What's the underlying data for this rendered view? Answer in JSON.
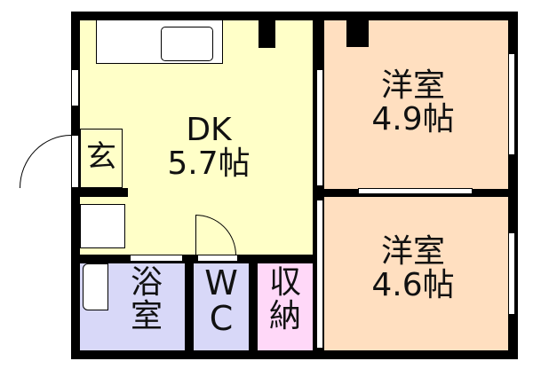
{
  "rooms": {
    "dk": {
      "name": "DK",
      "size": "5.7帖"
    },
    "western1": {
      "name": "洋室",
      "size": "4.9帖"
    },
    "western2": {
      "name": "洋室",
      "size": "4.6帖"
    },
    "entrance": {
      "name": "玄"
    },
    "bath": {
      "line1": "浴",
      "line2": "室"
    },
    "wc": {
      "line1": "W",
      "line2": "C"
    },
    "storage": {
      "line1": "収",
      "line2": "納"
    }
  },
  "colors": {
    "dk": "#ffffc8",
    "western": "#ffdfc0",
    "bath": "#d8d8f8",
    "wc": "#d8d8f8",
    "storage": "#ffd8f8"
  }
}
